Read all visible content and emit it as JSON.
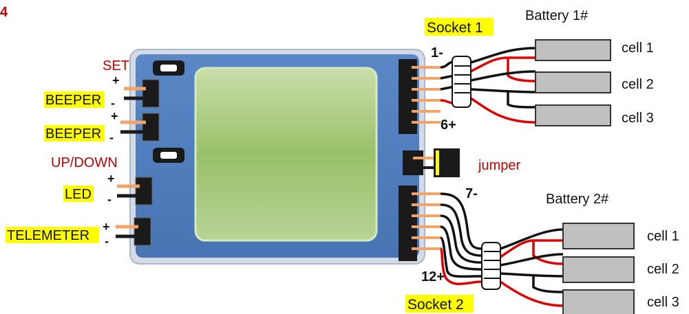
{
  "figure_number": "4",
  "board": {
    "set_label": "SET",
    "updown_label": "UP/DOWN",
    "jumper_label": "jumper"
  },
  "ports": {
    "beeper_1": "BEEPER",
    "beeper_2": "BEEPER",
    "led": "LED",
    "telemeter": "TELEMETER"
  },
  "polarity": {
    "plus": "+",
    "minus": "-"
  },
  "socket_1": {
    "label": "Socket 1",
    "pin_first": "1-",
    "pin_last": "6+"
  },
  "socket_2": {
    "label": "Socket 2",
    "pin_first": "7-",
    "pin_last": "12+"
  },
  "battery_1": {
    "label": "Battery 1#",
    "cells": [
      "cell 1",
      "cell 2",
      "cell 3"
    ]
  },
  "battery_2": {
    "label": "Battery 2#",
    "cells": [
      "cell 1",
      "cell 2",
      "cell 3"
    ]
  },
  "colors": {
    "board": "#4f7fbf",
    "board_border": "#b9c6d8",
    "screen": "#a6c97a",
    "highlight": "#ffff00",
    "red_text": "#c00000",
    "wire_red": "#e00000",
    "pin": "#f2a36a",
    "cell_fill": "#c0c0c0"
  }
}
